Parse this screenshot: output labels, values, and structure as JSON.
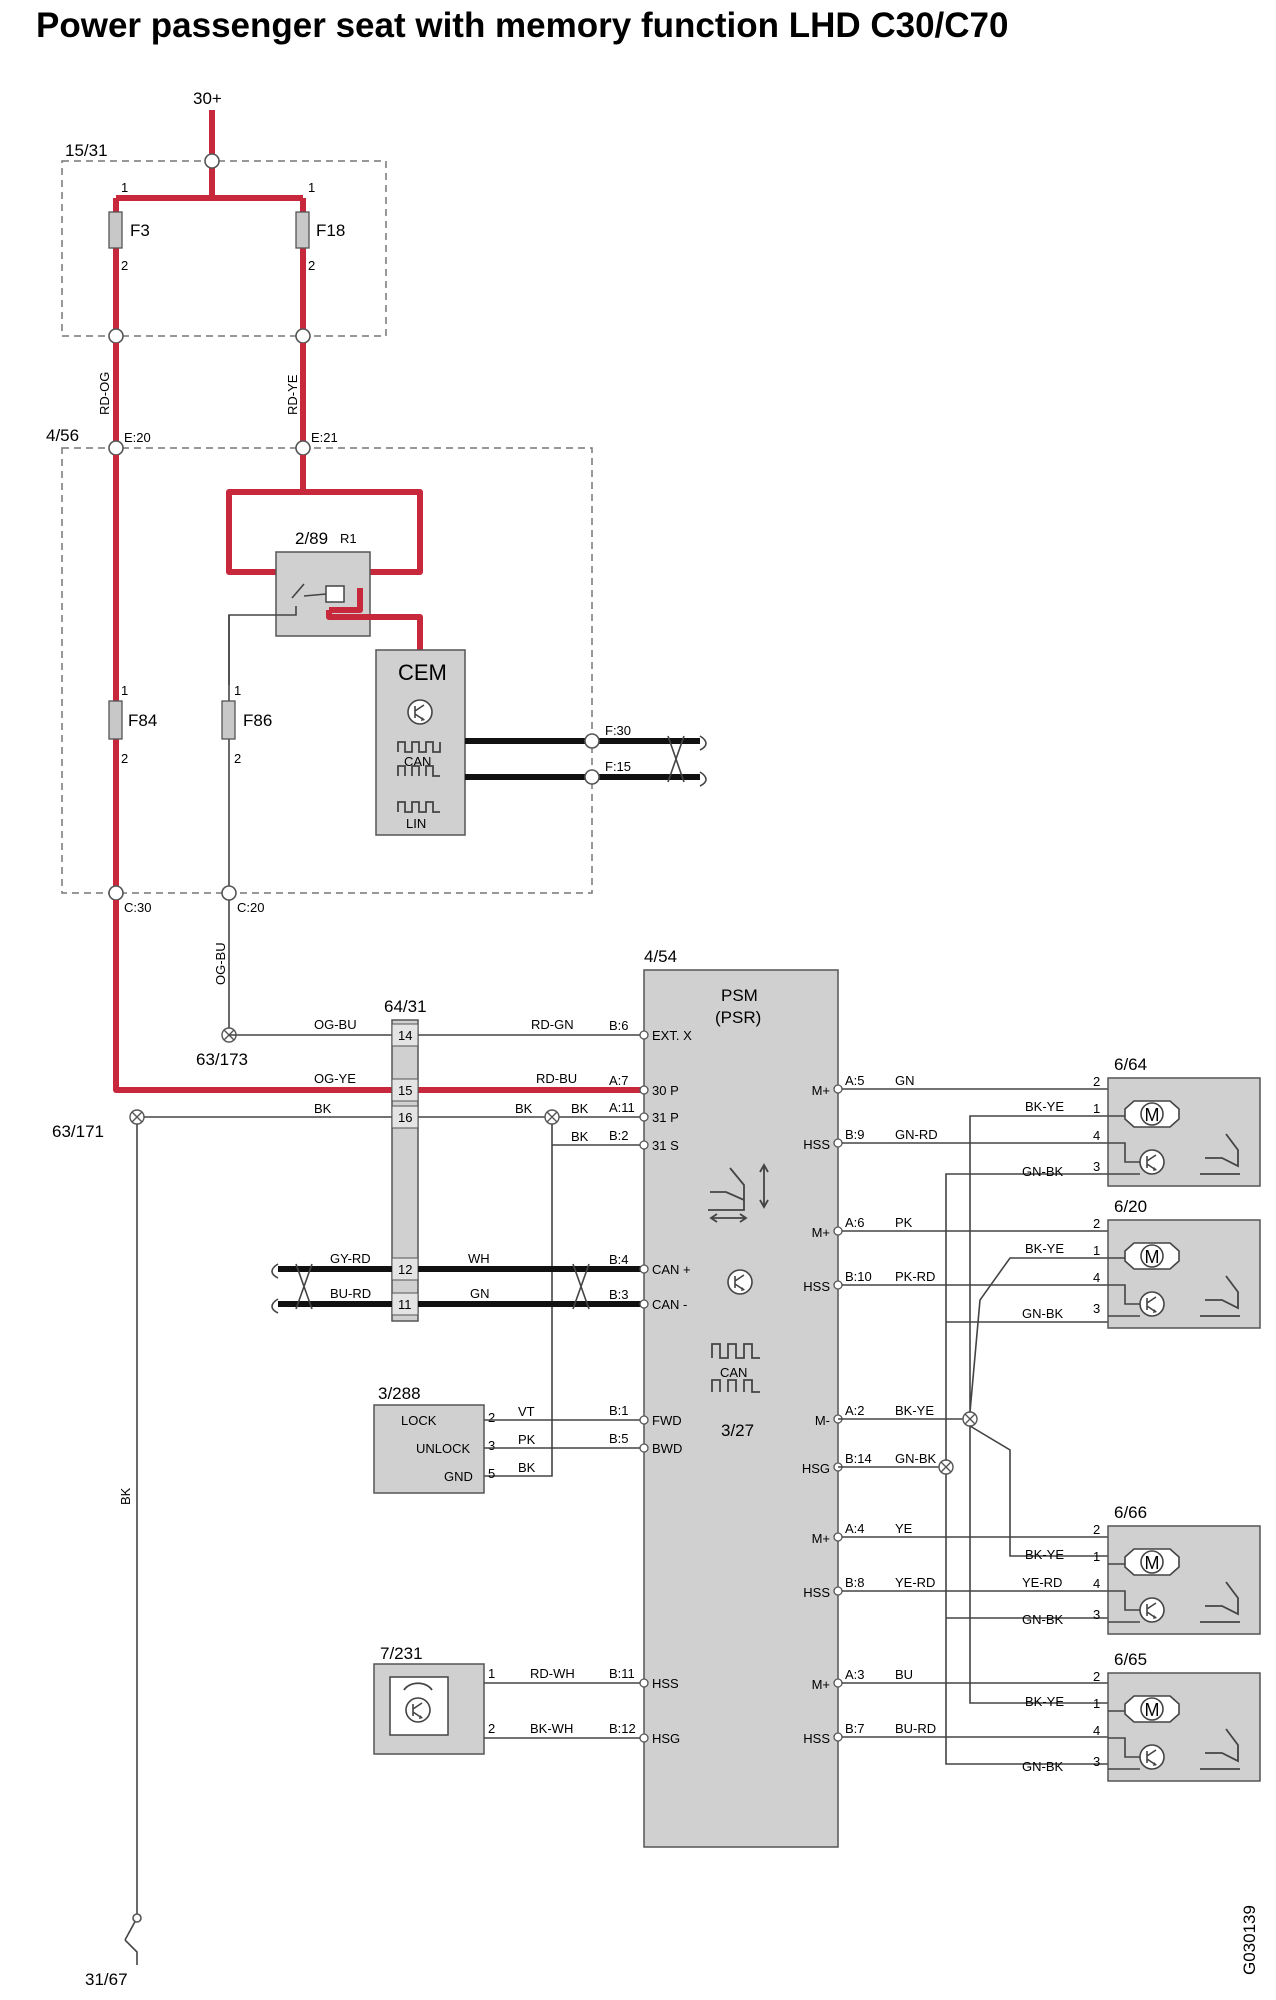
{
  "title": "Power passenger seat with memory function LHD C30/C70",
  "doc_id": "G030139",
  "supply": {
    "top": "30+",
    "ground": "31/67"
  },
  "fuse_box_1": {
    "id": "15/31",
    "fuses": [
      "F3",
      "F18"
    ],
    "pin1": "1",
    "pin2": "2"
  },
  "wires_upper": [
    "RD-OG",
    "RD-YE",
    "OG-BU"
  ],
  "module_456": {
    "id": "4/56",
    "conns": [
      "E:20",
      "E:21",
      "C:30",
      "C:20"
    ],
    "fuses": [
      "F84",
      "F86"
    ],
    "pin1": "1",
    "pin2": "2"
  },
  "relay": {
    "id": "2/89",
    "name": "R1"
  },
  "cem": {
    "name": "CEM",
    "can": "CAN",
    "lin": "LIN",
    "pins": [
      "F:30",
      "F:15"
    ]
  },
  "ground_points": [
    "63/173",
    "63/171"
  ],
  "connector": {
    "id": "64/31",
    "pins": [
      "14",
      "15",
      "16",
      "12",
      "11"
    ]
  },
  "harness_left_wires": [
    "OG-BU",
    "OG-YE",
    "BK",
    "GY-RD",
    "BU-RD",
    "BK"
  ],
  "harness_right_wires": [
    "RD-GN",
    "RD-BU",
    "BK",
    "WH",
    "GN",
    "BK",
    "BK"
  ],
  "psm": {
    "id": "4/54",
    "name": "PSM",
    "sub": "(PSR)",
    "can": "CAN",
    "module": "3/27",
    "left_pins": [
      {
        "pin": "B:6",
        "sig": "EXT. X"
      },
      {
        "pin": "A:7",
        "sig": "30 P"
      },
      {
        "pin": "A:11",
        "sig": "31 P"
      },
      {
        "pin": "B:2",
        "sig": "31 S"
      },
      {
        "pin": "B:4",
        "sig": "CAN +"
      },
      {
        "pin": "B:3",
        "sig": "CAN -"
      },
      {
        "pin": "B:1",
        "sig": "FWD"
      },
      {
        "pin": "B:5",
        "sig": "BWD"
      },
      {
        "pin": "B:11",
        "sig": "HSS"
      },
      {
        "pin": "B:12",
        "sig": "HSG"
      }
    ],
    "right_pins": [
      {
        "sig": "M+",
        "pin": "A:5",
        "wire": "GN"
      },
      {
        "sig": "HSS",
        "pin": "B:9",
        "wire": "GN-RD"
      },
      {
        "sig": "M+",
        "pin": "A:6",
        "wire": "PK"
      },
      {
        "sig": "HSS",
        "pin": "B:10",
        "wire": "PK-RD"
      },
      {
        "sig": "M-",
        "pin": "A:2",
        "wire": "BK-YE"
      },
      {
        "sig": "HSG",
        "pin": "B:14",
        "wire": "GN-BK"
      },
      {
        "sig": "M+",
        "pin": "A:4",
        "wire": "YE"
      },
      {
        "sig": "HSS",
        "pin": "B:8",
        "wire": "YE-RD"
      },
      {
        "sig": "M+",
        "pin": "A:3",
        "wire": "BU"
      },
      {
        "sig": "HSS",
        "pin": "B:7",
        "wire": "BU-RD"
      }
    ]
  },
  "switch_3288": {
    "id": "3/288",
    "rows": [
      {
        "name": "LOCK",
        "pin": "2",
        "wire": "VT"
      },
      {
        "name": "UNLOCK",
        "pin": "3",
        "wire": "PK"
      },
      {
        "name": "GND",
        "pin": "5",
        "wire": "BK"
      }
    ]
  },
  "sensor_7231": {
    "id": "7/231",
    "pins": [
      "1",
      "2"
    ],
    "wires": [
      "RD-WH",
      "BK-WH"
    ]
  },
  "motors": [
    {
      "id": "6/64",
      "pins": [
        "2",
        "1",
        "4",
        "3"
      ],
      "wires": [
        "BK-YE",
        "GN-BK"
      ]
    },
    {
      "id": "6/20",
      "pins": [
        "2",
        "1",
        "4",
        "3"
      ],
      "wires": [
        "BK-YE",
        "GN-BK"
      ]
    },
    {
      "id": "6/66",
      "pins": [
        "2",
        "1",
        "4",
        "3"
      ],
      "wires": [
        "BK-YE",
        "YE-RD",
        "GN-BK"
      ]
    },
    {
      "id": "6/65",
      "pins": [
        "2",
        "1",
        "4",
        "3"
      ],
      "wires": [
        "BK-YE",
        "GN-BK"
      ]
    }
  ],
  "colors": {
    "power": "#c8283c",
    "bus": "#111111",
    "wire": "#444444",
    "box": "#d0d0d0",
    "outline": "#555555"
  }
}
